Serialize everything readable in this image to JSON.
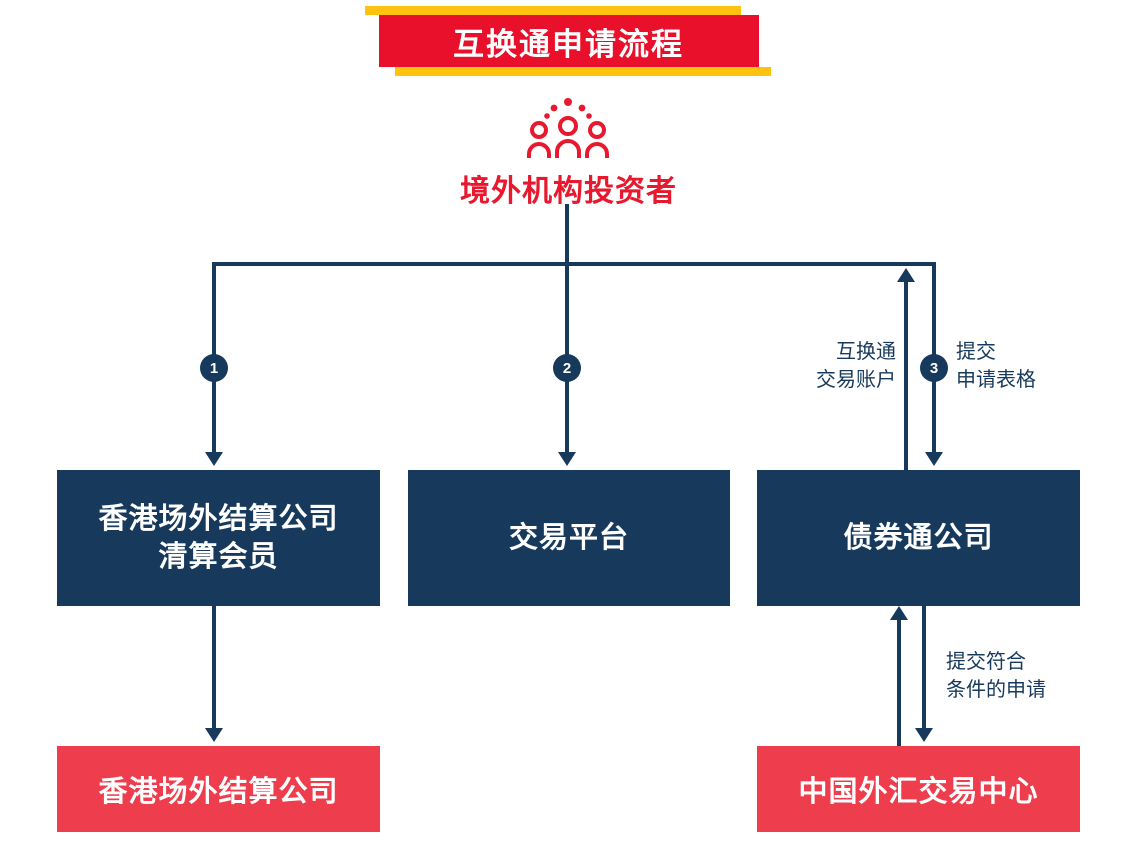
{
  "colors": {
    "banner_red": "#e8102b",
    "banner_gold": "#ffc20e",
    "accent_red": "#e8192e",
    "box_red": "#ee3e4e",
    "navy": "#17395c"
  },
  "title": "互换通申请流程",
  "investor": {
    "icon": "people-group-icon",
    "label": "境外机构投资者"
  },
  "steps": {
    "badge1": "1",
    "badge2": "2",
    "badge3": "3"
  },
  "labels": {
    "swap_account": {
      "line1": "互换通",
      "line2": "交易账户"
    },
    "submit_form": {
      "line1": "提交",
      "line2": "申请表格"
    },
    "submit_eligible": {
      "line1": "提交符合",
      "line2": "条件的申请"
    }
  },
  "boxes": {
    "clearing_member": {
      "line1": "香港场外结算公司",
      "line2": "清算会员"
    },
    "trading_platform": "交易平台",
    "bond_connect": "债券通公司",
    "otc_clear": "香港场外结算公司",
    "cfets": "中国外汇交易中心"
  }
}
